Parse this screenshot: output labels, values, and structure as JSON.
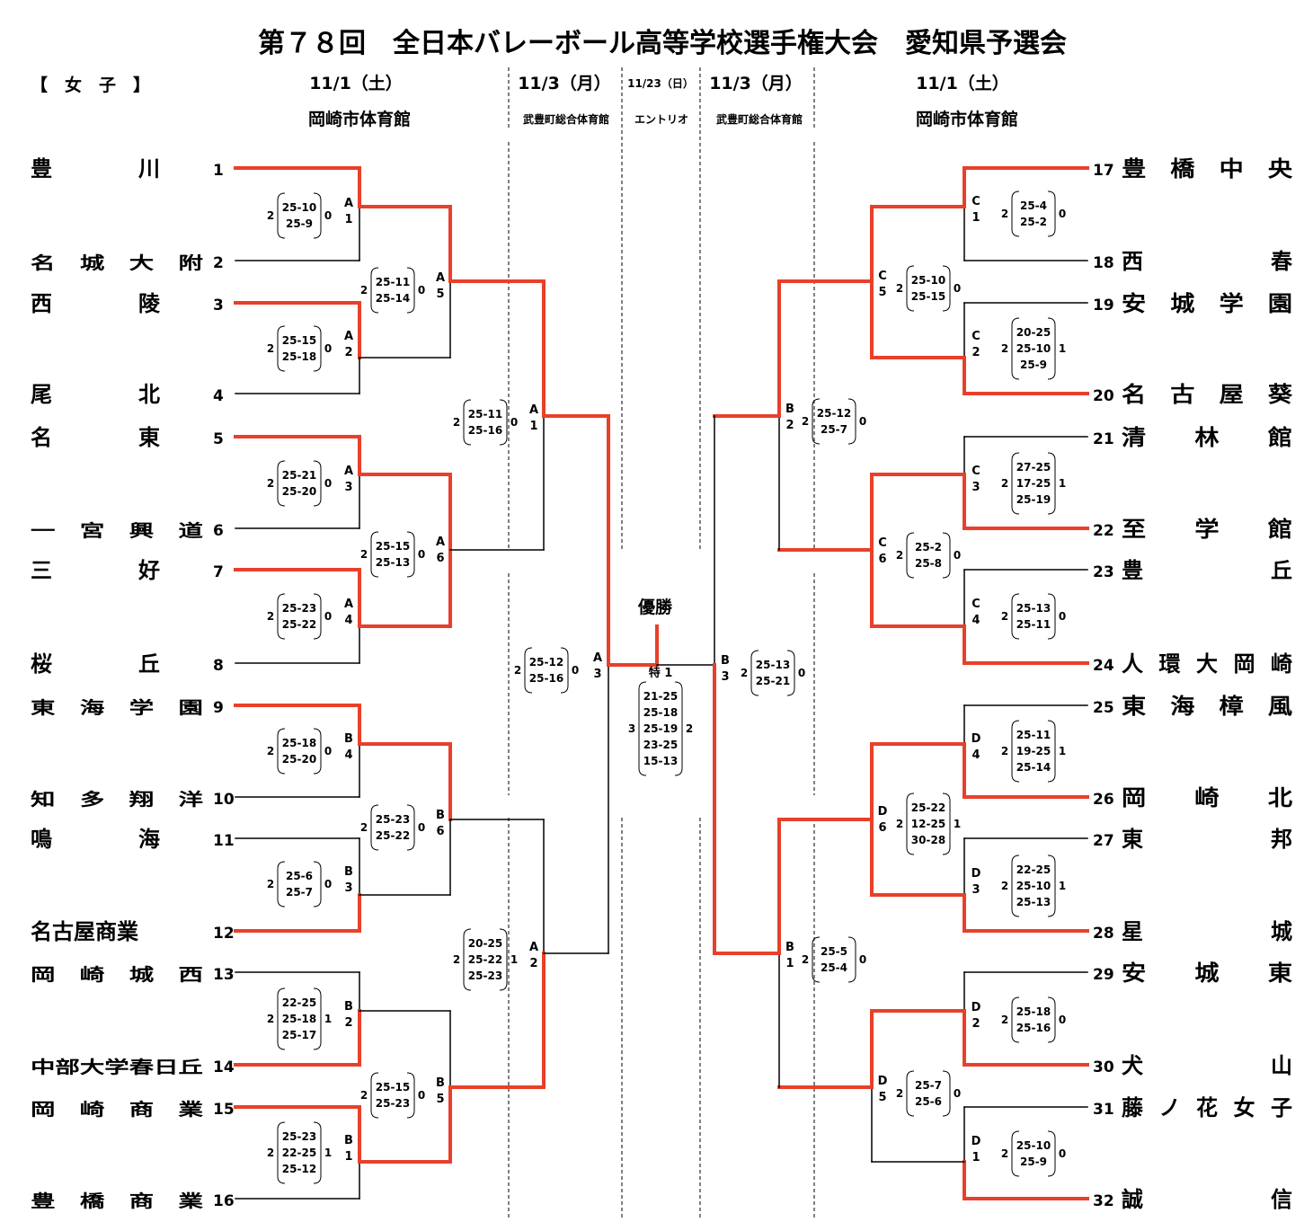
{
  "title": "第７８回　全日本バレーボール高等学校選手権大会　愛知県予選会",
  "category": "【　女　子　】",
  "header": {
    "d1_left": "11/1（土）",
    "venue1_left": "岡崎市体育館",
    "d2_left": "11/3（月）",
    "venue2_left": "武豊町総合体育館",
    "d_final": "11/23（日）",
    "venue_final": "エントリオ",
    "d2_right": "11/3（月）",
    "venue2_right": "武豊町総合体育館",
    "d1_right": "11/1（土）",
    "venue1_right": "岡崎市体育館"
  },
  "champion_label": "優勝",
  "colors": {
    "win": "#e8402a",
    "line": "#000000"
  },
  "teams": [
    {
      "seed": "1",
      "name": "豊　　　　川"
    },
    {
      "seed": "2",
      "name": "名　城　大　附"
    },
    {
      "seed": "3",
      "name": "西　　　　陵"
    },
    {
      "seed": "4",
      "name": "尾　　　　北"
    },
    {
      "seed": "5",
      "name": "名　　　　東"
    },
    {
      "seed": "6",
      "name": "一　宮　興　道"
    },
    {
      "seed": "7",
      "name": "三　　　　好"
    },
    {
      "seed": "8",
      "name": "桜　　　　丘"
    },
    {
      "seed": "9",
      "name": "東　海　学　園"
    },
    {
      "seed": "10",
      "name": "知　多　翔　洋"
    },
    {
      "seed": "11",
      "name": "鳴　　　　海"
    },
    {
      "seed": "12",
      "name": "名古屋商業"
    },
    {
      "seed": "13",
      "name": "岡　崎　城　西"
    },
    {
      "seed": "14",
      "name": "中部大学春日丘"
    },
    {
      "seed": "15",
      "name": "岡　崎　商　業"
    },
    {
      "seed": "16",
      "name": "豊　橋　商　業"
    },
    {
      "seed": "17",
      "name": "豊　橋　中　央"
    },
    {
      "seed": "18",
      "name": "西　　　　春"
    },
    {
      "seed": "19",
      "name": "安　城　学　園"
    },
    {
      "seed": "20",
      "name": "名　古　屋　葵"
    },
    {
      "seed": "21",
      "name": "清　　林　　館"
    },
    {
      "seed": "22",
      "name": "至　　学　　館"
    },
    {
      "seed": "23",
      "name": "豊　　　　丘"
    },
    {
      "seed": "24",
      "name": "人環大岡崎"
    },
    {
      "seed": "25",
      "name": "東　海　樟　風"
    },
    {
      "seed": "26",
      "name": "岡　　崎　　北"
    },
    {
      "seed": "27",
      "name": "東　　　　邦"
    },
    {
      "seed": "28",
      "name": "星　　　　城"
    },
    {
      "seed": "29",
      "name": "安　　城　　東"
    },
    {
      "seed": "30",
      "name": "犬　　　　山"
    },
    {
      "seed": "31",
      "name": "藤ノ花女子"
    },
    {
      "seed": "32",
      "name": "誠　　　　信"
    }
  ],
  "matches": [
    {
      "id": "A1",
      "label": "A 1",
      "a": "2",
      "b": "0",
      "scores": [
        "25-10",
        "25-9"
      ]
    },
    {
      "id": "A2",
      "label": "A 2",
      "a": "2",
      "b": "0",
      "scores": [
        "25-15",
        "25-18"
      ]
    },
    {
      "id": "A3",
      "label": "A 3",
      "a": "2",
      "b": "0",
      "scores": [
        "25-21",
        "25-20"
      ]
    },
    {
      "id": "A4",
      "label": "A 4",
      "a": "2",
      "b": "0",
      "scores": [
        "25-23",
        "25-22"
      ]
    },
    {
      "id": "B4",
      "label": "B 4",
      "a": "2",
      "b": "0",
      "scores": [
        "25-18",
        "25-20"
      ]
    },
    {
      "id": "B3",
      "label": "B 3",
      "a": "2",
      "b": "0",
      "scores": [
        "25-6",
        "25-7"
      ]
    },
    {
      "id": "B2",
      "label": "B 2",
      "a": "2",
      "b": "1",
      "scores": [
        "22-25",
        "25-18",
        "25-17"
      ]
    },
    {
      "id": "B1",
      "label": "B 1",
      "a": "2",
      "b": "1",
      "scores": [
        "25-23",
        "22-25",
        "25-12"
      ]
    },
    {
      "id": "A5",
      "label": "A 5",
      "a": "2",
      "b": "0",
      "scores": [
        "25-11",
        "25-14"
      ]
    },
    {
      "id": "A6",
      "label": "A 6",
      "a": "2",
      "b": "0",
      "scores": [
        "25-15",
        "25-13"
      ]
    },
    {
      "id": "B6",
      "label": "B 6",
      "a": "2",
      "b": "0",
      "scores": [
        "25-23",
        "25-22"
      ]
    },
    {
      "id": "B5",
      "label": "B 5",
      "a": "2",
      "b": "0",
      "scores": [
        "25-15",
        "25-23"
      ]
    },
    {
      "id": "SFA1",
      "label": "A 1",
      "a": "2",
      "b": "0",
      "scores": [
        "25-11",
        "25-16"
      ]
    },
    {
      "id": "SFA2",
      "label": "A 2",
      "a": "2",
      "b": "1",
      "scores": [
        "20-25",
        "25-22",
        "25-23"
      ]
    },
    {
      "id": "SFA3",
      "label": "A 3",
      "a": "2",
      "b": "0",
      "scores": [
        "25-12",
        "25-16"
      ]
    },
    {
      "id": "C1",
      "label": "C 1",
      "a": "2",
      "b": "0",
      "scores": [
        "25-4",
        "25-2"
      ]
    },
    {
      "id": "C2",
      "label": "C 2",
      "a": "2",
      "b": "1",
      "scores": [
        "20-25",
        "25-10",
        "25-9"
      ]
    },
    {
      "id": "C3",
      "label": "C 3",
      "a": "2",
      "b": "1",
      "scores": [
        "27-25",
        "17-25",
        "25-19"
      ]
    },
    {
      "id": "C4",
      "label": "C 4",
      "a": "2",
      "b": "0",
      "scores": [
        "25-13",
        "25-11"
      ]
    },
    {
      "id": "D4",
      "label": "D 4",
      "a": "2",
      "b": "1",
      "scores": [
        "25-11",
        "19-25",
        "25-14"
      ]
    },
    {
      "id": "D3",
      "label": "D 3",
      "a": "2",
      "b": "1",
      "scores": [
        "22-25",
        "25-10",
        "25-13"
      ]
    },
    {
      "id": "D2",
      "label": "D 2",
      "a": "2",
      "b": "0",
      "scores": [
        "25-18",
        "25-16"
      ]
    },
    {
      "id": "D1",
      "label": "D 1",
      "a": "2",
      "b": "0",
      "scores": [
        "25-10",
        "25-9"
      ]
    },
    {
      "id": "C5",
      "label": "C 5",
      "a": "2",
      "b": "0",
      "scores": [
        "25-10",
        "25-15"
      ]
    },
    {
      "id": "C6",
      "label": "C 6",
      "a": "2",
      "b": "0",
      "scores": [
        "25-2",
        "25-8"
      ]
    },
    {
      "id": "D6",
      "label": "D 6",
      "a": "2",
      "b": "1",
      "scores": [
        "25-22",
        "12-25",
        "30-28"
      ]
    },
    {
      "id": "D5",
      "label": "D 5",
      "a": "2",
      "b": "0",
      "scores": [
        "25-7",
        "25-6"
      ]
    },
    {
      "id": "SFB2",
      "label": "B 2",
      "a": "2",
      "b": "0",
      "scores": [
        "25-12",
        "25-7"
      ]
    },
    {
      "id": "SFB1",
      "label": "B 1",
      "a": "2",
      "b": "0",
      "scores": [
        "25-5",
        "25-4"
      ]
    },
    {
      "id": "SFB3",
      "label": "B 3",
      "a": "2",
      "b": "0",
      "scores": [
        "25-13",
        "25-21"
      ]
    },
    {
      "id": "F",
      "label": "特 1",
      "a": "3",
      "b": "2",
      "scores": [
        "21-25",
        "25-18",
        "25-19",
        "23-25",
        "15-13"
      ]
    }
  ]
}
